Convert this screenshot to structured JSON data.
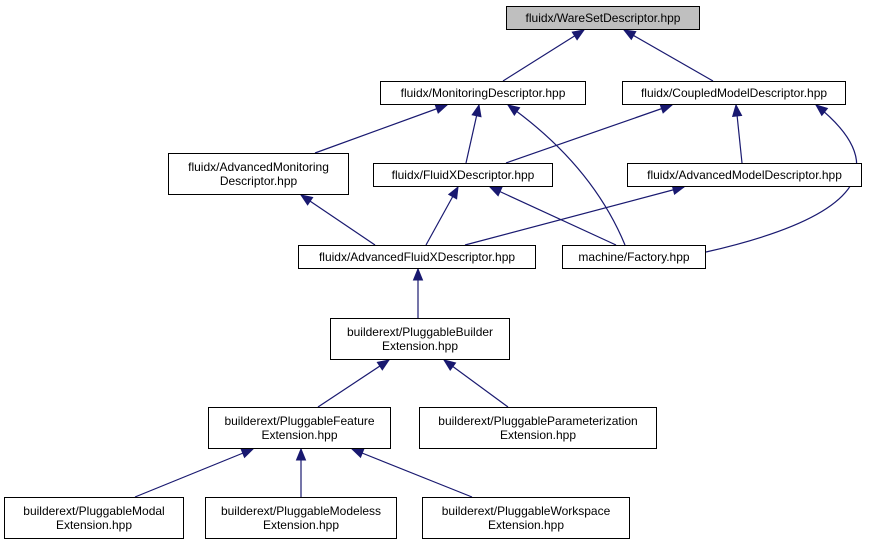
{
  "colors": {
    "edge": "#191970",
    "root_fill": "#bfbfbf",
    "node_fill": "#ffffff",
    "border": "#000000"
  },
  "nodes": {
    "waresetdescriptor": {
      "lines": [
        "fluidx/WareSetDescriptor.hpp"
      ]
    },
    "monitoringdescriptor": {
      "lines": [
        "fluidx/MonitoringDescriptor.hpp"
      ]
    },
    "coupledmodeldescriptor": {
      "lines": [
        "fluidx/CoupledModelDescriptor.hpp"
      ]
    },
    "advancedmonitoringdescriptor": {
      "lines": [
        "fluidx/AdvancedMonitoring",
        "Descriptor.hpp"
      ]
    },
    "fluidxdescriptor": {
      "lines": [
        "fluidx/FluidXDescriptor.hpp"
      ]
    },
    "advancedmodeldescriptor": {
      "lines": [
        "fluidx/AdvancedModelDescriptor.hpp"
      ]
    },
    "advancedfluidxdescriptor": {
      "lines": [
        "fluidx/AdvancedFluidXDescriptor.hpp"
      ]
    },
    "factory": {
      "lines": [
        "machine/Factory.hpp"
      ]
    },
    "pluggablebuilderextension": {
      "lines": [
        "builderext/PluggableBuilder",
        "Extension.hpp"
      ]
    },
    "pluggablefeatureextension": {
      "lines": [
        "builderext/PluggableFeature",
        "Extension.hpp"
      ]
    },
    "pluggableparameterizationextension": {
      "lines": [
        "builderext/PluggableParameterization",
        "Extension.hpp"
      ]
    },
    "pluggablemodalextension": {
      "lines": [
        "builderext/PluggableModal",
        "Extension.hpp"
      ]
    },
    "pluggablemodelessextension": {
      "lines": [
        "builderext/PluggableModeless",
        "Extension.hpp"
      ]
    },
    "pluggableworkspaceextension": {
      "lines": [
        "builderext/PluggableWorkspace",
        "Extension.hpp"
      ]
    }
  },
  "edges": [
    {
      "from": "monitoringdescriptor",
      "to": "waresetdescriptor"
    },
    {
      "from": "coupledmodeldescriptor",
      "to": "waresetdescriptor"
    },
    {
      "from": "advancedmonitoringdescriptor",
      "to": "monitoringdescriptor"
    },
    {
      "from": "fluidxdescriptor",
      "to": "monitoringdescriptor"
    },
    {
      "from": "factory",
      "to": "monitoringdescriptor"
    },
    {
      "from": "fluidxdescriptor",
      "to": "coupledmodeldescriptor"
    },
    {
      "from": "advancedmodeldescriptor",
      "to": "coupledmodeldescriptor"
    },
    {
      "from": "factory",
      "to": "coupledmodeldescriptor"
    },
    {
      "from": "advancedfluidxdescriptor",
      "to": "advancedmonitoringdescriptor"
    },
    {
      "from": "advancedfluidxdescriptor",
      "to": "fluidxdescriptor"
    },
    {
      "from": "factory",
      "to": "fluidxdescriptor"
    },
    {
      "from": "advancedfluidxdescriptor",
      "to": "advancedmodeldescriptor"
    },
    {
      "from": "pluggablebuilderextension",
      "to": "advancedfluidxdescriptor"
    },
    {
      "from": "pluggablefeatureextension",
      "to": "pluggablebuilderextension"
    },
    {
      "from": "pluggableparameterizationextension",
      "to": "pluggablebuilderextension"
    },
    {
      "from": "pluggablemodalextension",
      "to": "pluggablefeatureextension"
    },
    {
      "from": "pluggablemodelessextension",
      "to": "pluggablefeatureextension"
    },
    {
      "from": "pluggableworkspaceextension",
      "to": "pluggablefeatureextension"
    }
  ]
}
